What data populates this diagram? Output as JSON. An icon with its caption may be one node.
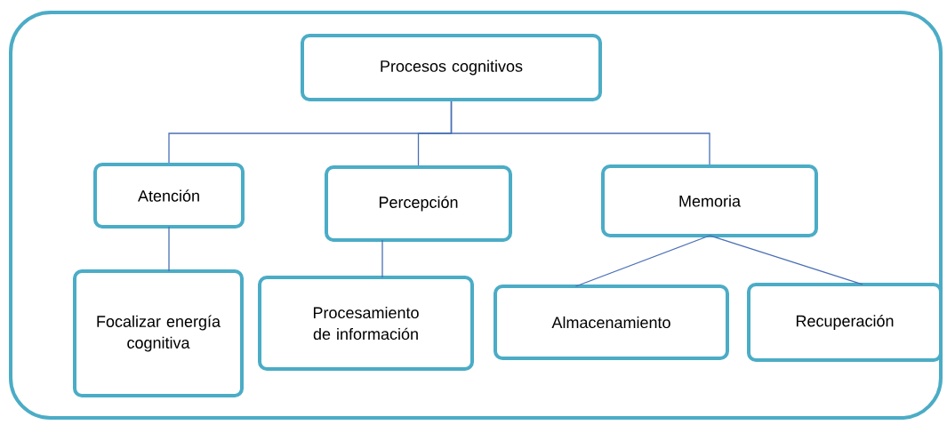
{
  "diagram": {
    "nodes": [
      {
        "text": [
          "Procesos cognitivos"
        ]
      },
      {
        "text": [
          "Atención"
        ]
      },
      {
        "text": [
          "Percepción"
        ]
      },
      {
        "text": [
          "Memoria"
        ]
      },
      {
        "text": [
          "Focalizar energía cognitiva"
        ]
      },
      {
        "text": [
          "Procesamiento de información"
        ]
      },
      {
        "text": [
          "Almacenamiento"
        ]
      },
      {
        "text": [
          "Recuperación"
        ]
      }
    ],
    "edges": [
      {
        "from": 0,
        "to": 1,
        "arrow": "none"
      },
      {
        "from": 0,
        "to": 2,
        "arrow": "none"
      },
      {
        "from": 0,
        "to": 3,
        "arrow": "none"
      },
      {
        "from": 1,
        "to": 4,
        "arrow": "none"
      },
      {
        "from": 2,
        "to": 5,
        "arrow": "none"
      },
      {
        "from": 3,
        "to": 6,
        "arrow": "none"
      },
      {
        "from": 3,
        "to": 7,
        "arrow": "none"
      }
    ]
  }
}
